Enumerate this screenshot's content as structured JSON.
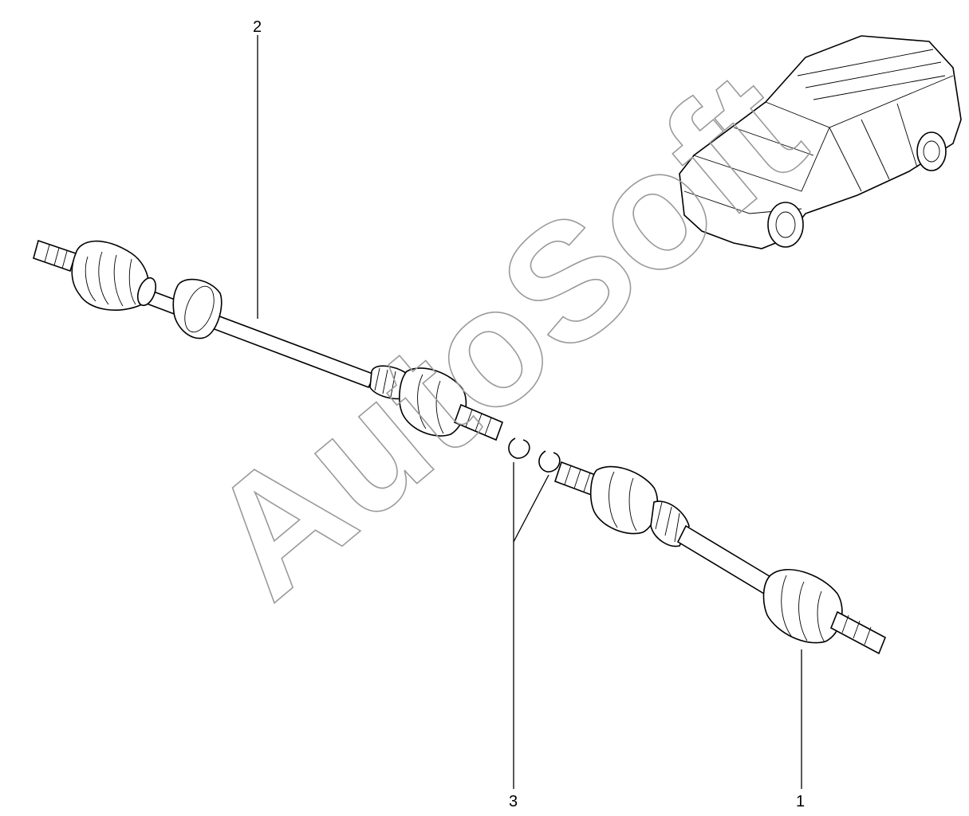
{
  "callouts": [
    {
      "id": "1",
      "label": "1"
    },
    {
      "id": "2",
      "label": "2"
    },
    {
      "id": "3",
      "label": "3"
    }
  ],
  "watermark": "AutoSoft",
  "colors": {
    "line": "#000000",
    "background": "#ffffff",
    "watermark": "#9a9a9a"
  }
}
